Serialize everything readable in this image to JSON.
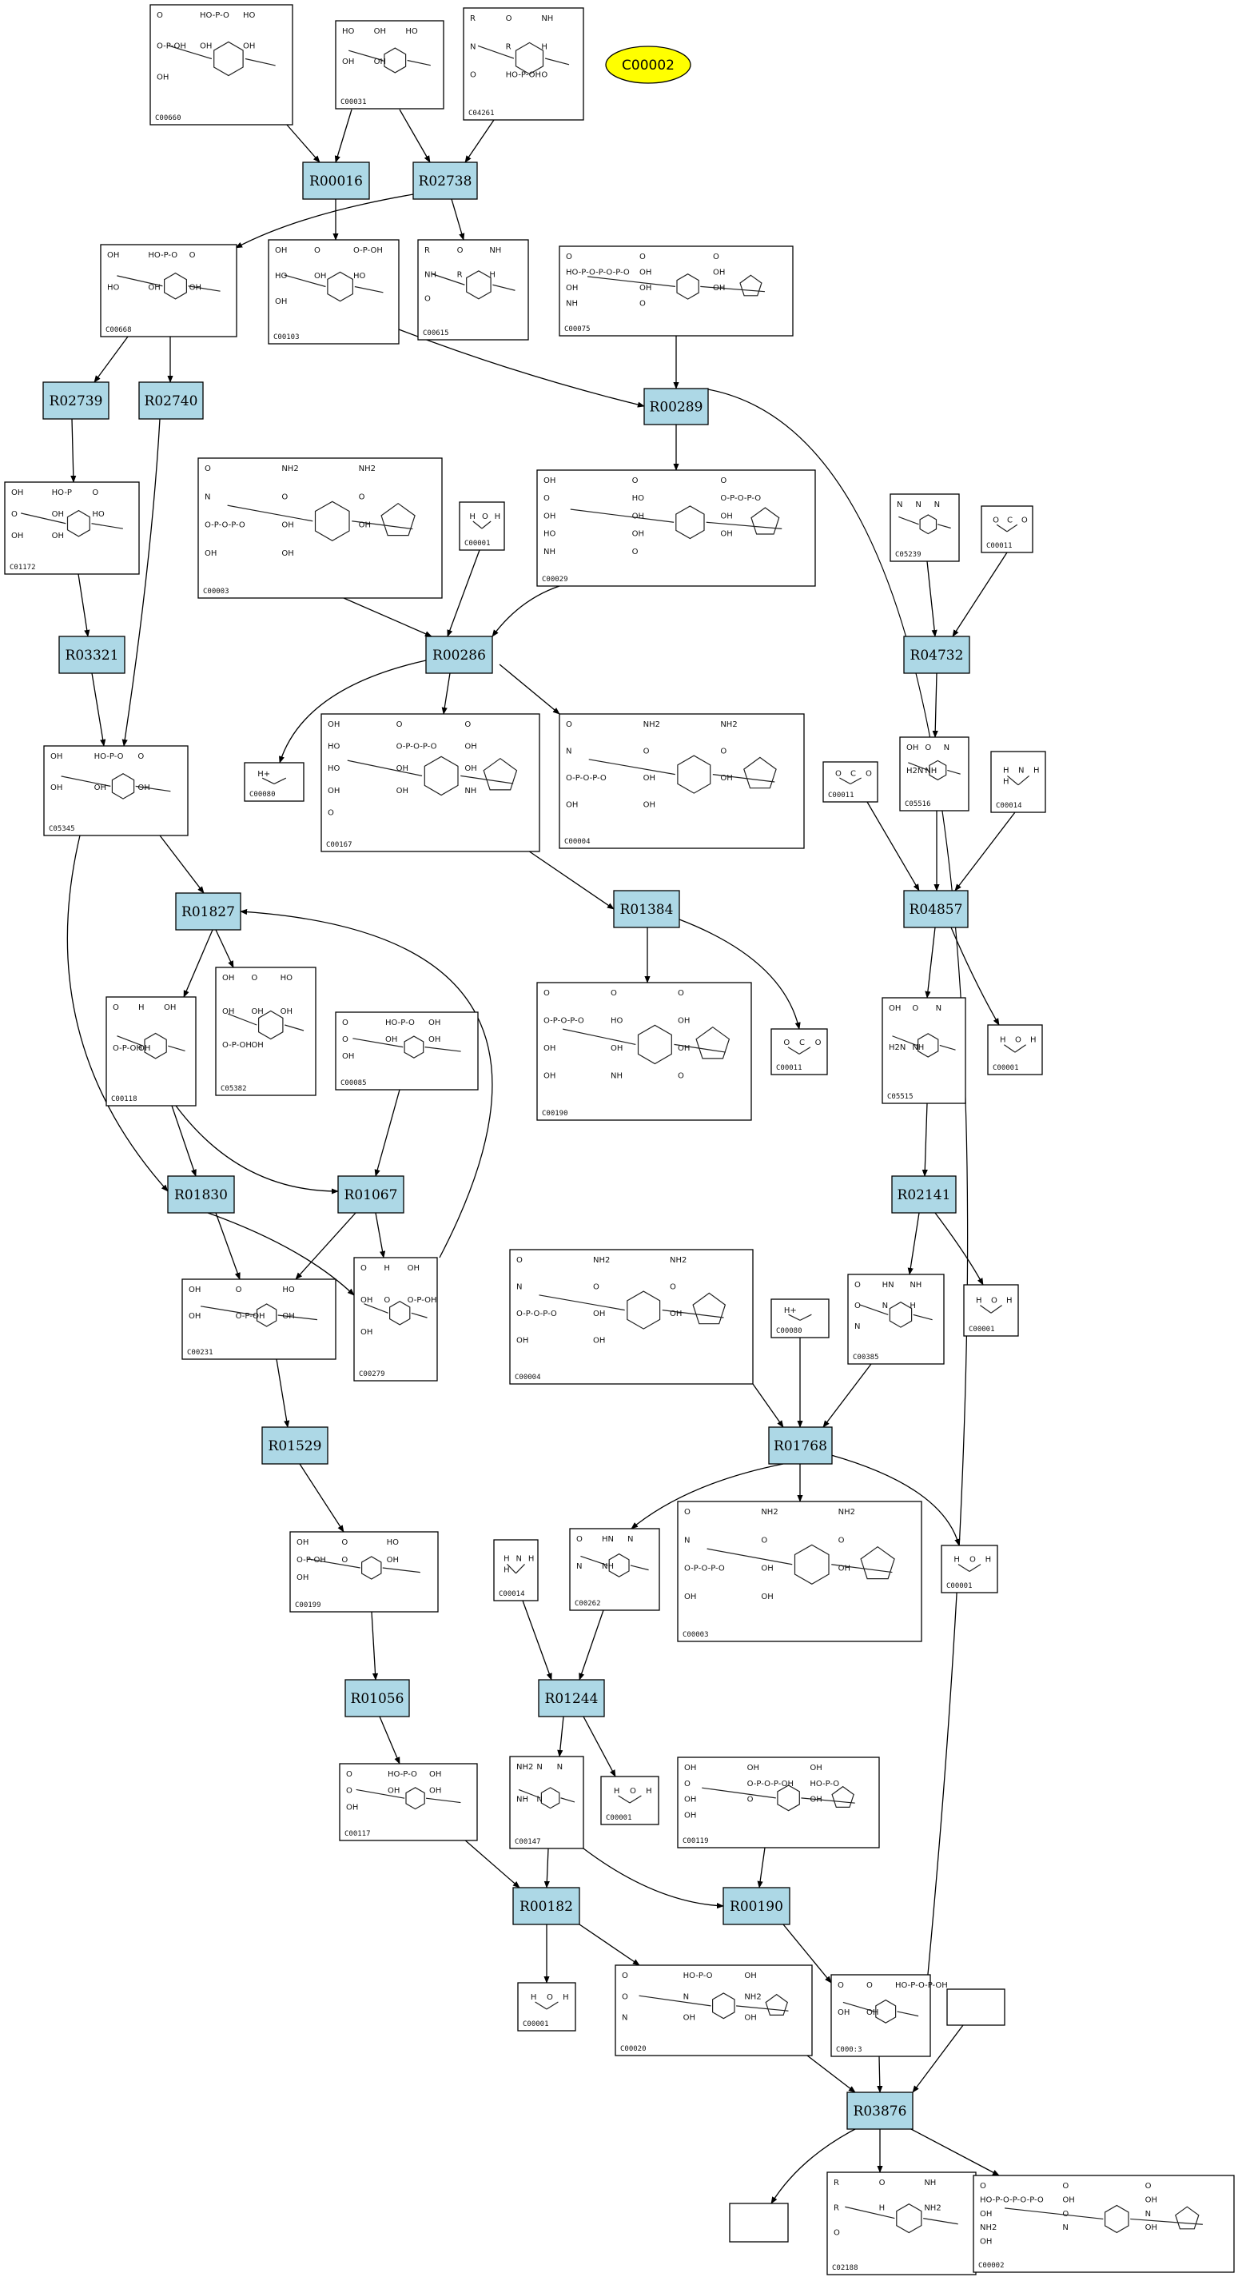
{
  "colors": {
    "reaction_fill": "#add8e6",
    "highlight_fill": "#ffff00",
    "stroke": "#000000",
    "background": "#ffffff"
  },
  "nodes": {
    "C00660": {
      "label": "C00660",
      "kind": "sugar-diphosphate",
      "structure_text": [
        "O",
        "HO-P-O",
        "HO",
        "O-P-OH",
        "OH",
        "OH",
        "OH"
      ]
    },
    "C00031": {
      "label": "C00031",
      "kind": "sugar",
      "structure_text": [
        "HO",
        "OH",
        "HO",
        "OH",
        "OH"
      ]
    },
    "C04261": {
      "label": "C04261",
      "kind": "peptide-imidazole",
      "structure_text": [
        "R",
        "O",
        "NH",
        "N",
        "R",
        "H",
        "O",
        "HO-P-OH",
        "O"
      ]
    },
    "C00002h": {
      "label": "C00002",
      "kind": "highlight"
    },
    "C00668": {
      "label": "C00668",
      "kind": "sugar-phosphate",
      "structure_text": [
        "OH",
        "HO-P-O",
        "O",
        "HO",
        "OH",
        "OH"
      ]
    },
    "C00103": {
      "label": "C00103",
      "kind": "sugar-phosphate",
      "structure_text": [
        "OH",
        "O",
        "O-P-OH",
        "HO",
        "OH",
        "HO",
        "OH"
      ]
    },
    "C00615": {
      "label": "C00615",
      "kind": "peptide-imidazole",
      "structure_text": [
        "R",
        "O",
        "NH",
        "NH",
        "R",
        "H",
        "O"
      ]
    },
    "C00075": {
      "label": "C00075",
      "kind": "nucleotide",
      "structure_text": [
        "O",
        "O",
        "O",
        "HO-P-O-P-O-P-O",
        "OH",
        "OH",
        "OH",
        "OH",
        "OH",
        "NH",
        "O"
      ]
    },
    "C01172": {
      "label": "C01172",
      "kind": "sugar-phosphate",
      "structure_text": [
        "OH",
        "HO-P",
        "O",
        "O",
        "OH",
        "HO",
        "OH",
        "OH"
      ]
    },
    "C00003a": {
      "label": "C00003",
      "kind": "nad",
      "structure_text": [
        "O",
        "NH2",
        "NH2",
        "N",
        "O",
        "O",
        "O-P-O-P-O",
        "OH",
        "OH",
        "OH",
        "OH"
      ]
    },
    "C00001a": {
      "label": "C00001",
      "kind": "water",
      "structure_text": [
        "H",
        "O",
        "H"
      ]
    },
    "C00029": {
      "label": "C00029",
      "kind": "sugar-nucleotide",
      "structure_text": [
        "OH",
        "O",
        "O",
        "O",
        "HO",
        "O-P-O-P-O",
        "OH",
        "OH",
        "OH",
        "HO",
        "OH",
        "OH",
        "NH",
        "O"
      ]
    },
    "C05239": {
      "label": "C05239",
      "kind": "imidazole",
      "structure_text": [
        "N",
        "N",
        "N"
      ]
    },
    "C00011a": {
      "label": "C00011",
      "kind": "co2",
      "structure_text": [
        "O",
        "C",
        "O"
      ]
    },
    "C05345": {
      "label": "C05345",
      "kind": "sugar-phosphate",
      "structure_text": [
        "OH",
        "HO-P-O",
        "O",
        "OH",
        "OH",
        "OH"
      ]
    },
    "C00080a": {
      "label": "C00080",
      "kind": "proton",
      "structure_text": [
        "H+"
      ]
    },
    "C00167": {
      "label": "C00167",
      "kind": "sugar-nucleotide",
      "structure_text": [
        "OH",
        "O",
        "O",
        "HO",
        "O-P-O-P-O",
        "OH",
        "HO",
        "OH",
        "OH",
        "OH",
        "OH",
        "NH",
        "O"
      ]
    },
    "C00004a": {
      "label": "C00004",
      "kind": "nadh",
      "structure_text": [
        "O",
        "NH2",
        "NH2",
        "N",
        "O",
        "O",
        "O-P-O-P-O",
        "OH",
        "OH",
        "OH",
        "OH"
      ]
    },
    "C00011b": {
      "label": "C00011",
      "kind": "co2",
      "structure_text": [
        "O",
        "C",
        "O"
      ]
    },
    "C05516": {
      "label": "C05516",
      "kind": "imidazole",
      "structure_text": [
        "OH",
        "O",
        "N",
        "H2N",
        "NH"
      ]
    },
    "C00014a": {
      "label": "C00014",
      "kind": "ammonia",
      "structure_text": [
        "H",
        "N",
        "H",
        "H"
      ]
    },
    "C00118": {
      "label": "C00118",
      "kind": "triose-phosphate",
      "structure_text": [
        "O",
        "H",
        "OH",
        "O-P-OH",
        "OH"
      ]
    },
    "C05382": {
      "label": "C05382",
      "kind": "sugar-phosphate-chain",
      "structure_text": [
        "OH",
        "O",
        "HO",
        "OH",
        "OH",
        "OH",
        "O-P-OH",
        "OH"
      ]
    },
    "C00085": {
      "label": "C00085",
      "kind": "sugar-phosphate",
      "structure_text": [
        "O",
        "HO-P-O",
        "OH",
        "O",
        "OH",
        "OH",
        "OH"
      ]
    },
    "C00190": {
      "label": "C00190",
      "kind": "sugar-nucleotide",
      "structure_text": [
        "O",
        "O",
        "O",
        "O-P-O-P-O",
        "HO",
        "OH",
        "OH",
        "OH",
        "OH",
        "OH",
        "NH",
        "O"
      ]
    },
    "C00011c": {
      "label": "C00011",
      "kind": "co2",
      "structure_text": [
        "O",
        "C",
        "O"
      ]
    },
    "C05515": {
      "label": "C05515",
      "kind": "imidazole",
      "structure_text": [
        "OH",
        "O",
        "N",
        "H2N",
        "NH"
      ]
    },
    "C00001b": {
      "label": "C00001",
      "kind": "water",
      "structure_text": [
        "H",
        "O",
        "H"
      ]
    },
    "C00231": {
      "label": "C00231",
      "kind": "sugar-phosphate-chain",
      "structure_text": [
        "OH",
        "O",
        "HO",
        "OH",
        "O-P-OH",
        "OH"
      ]
    },
    "C00279": {
      "label": "C00279",
      "kind": "sugar-phosphate-chain",
      "structure_text": [
        "O",
        "H",
        "OH",
        "OH",
        "O",
        "O-P-OH",
        "OH"
      ]
    },
    "C00004b": {
      "label": "C00004",
      "kind": "nadh",
      "structure_text": [
        "O",
        "NH2",
        "NH2",
        "N",
        "O",
        "O",
        "O-P-O-P-O",
        "OH",
        "OH",
        "OH",
        "OH"
      ]
    },
    "C00080b": {
      "label": "C00080",
      "kind": "proton",
      "structure_text": [
        "H+"
      ]
    },
    "C00385": {
      "label": "C00385",
      "kind": "xanthine",
      "structure_text": [
        "O",
        "HN",
        "NH",
        "O",
        "N",
        "H",
        "N"
      ]
    },
    "C00001c": {
      "label": "C00001",
      "kind": "water",
      "structure_text": [
        "H",
        "O",
        "H"
      ]
    },
    "C00199": {
      "label": "C00199",
      "kind": "sugar-phosphate-chain",
      "structure_text": [
        "OH",
        "O",
        "HO",
        "O-P-OH",
        "O",
        "OH",
        "OH"
      ]
    },
    "C00014b": {
      "label": "C00014",
      "kind": "ammonia",
      "structure_text": [
        "H",
        "N",
        "H",
        "H"
      ]
    },
    "C00262": {
      "label": "C00262",
      "kind": "hypoxanthine",
      "structure_text": [
        "O",
        "HN",
        "N",
        "N",
        "NH"
      ]
    },
    "C00003b": {
      "label": "C00003",
      "kind": "nad",
      "structure_text": [
        "O",
        "NH2",
        "NH2",
        "N",
        "O",
        "O",
        "O-P-O-P-O",
        "OH",
        "OH",
        "OH",
        "OH"
      ]
    },
    "C00001d": {
      "label": "C00001",
      "kind": "water",
      "structure_text": [
        "H",
        "O",
        "H"
      ]
    },
    "C00117": {
      "label": "C00117",
      "kind": "sugar-phosphate",
      "structure_text": [
        "O",
        "HO-P-O",
        "OH",
        "O",
        "OH",
        "OH",
        "OH"
      ]
    },
    "C00147": {
      "label": "C00147",
      "kind": "adenine",
      "structure_text": [
        "NH2",
        "N",
        "N",
        "NH",
        "N"
      ]
    },
    "C00001e": {
      "label": "C00001",
      "kind": "water",
      "structure_text": [
        "H",
        "O",
        "H"
      ]
    },
    "C00119": {
      "label": "C00119",
      "kind": "sugar-triphosphate",
      "structure_text": [
        "OH",
        "OH",
        "OH",
        "O",
        "O-P-O-P-OH",
        "HO-P-O",
        "OH",
        "O",
        "OH",
        "OH"
      ]
    },
    "C00001f": {
      "label": "C00001",
      "kind": "water",
      "structure_text": [
        "H",
        "O",
        "H"
      ]
    },
    "C00020": {
      "label": "C00020",
      "kind": "nucleotide",
      "structure_text": [
        "O",
        "HO-P-O",
        "OH",
        "O",
        "N",
        "NH2",
        "N",
        "OH",
        "OH"
      ]
    },
    "C00013": {
      "label": "C000:3",
      "kind": "diphosphate",
      "structure_text": [
        "O",
        "O",
        "HO-P-O-P-OH",
        "OH",
        "OH"
      ]
    },
    "Cblank1": {
      "label": "",
      "kind": "empty"
    },
    "Cblank2": {
      "label": "",
      "kind": "empty"
    },
    "C02188": {
      "label": "C02188",
      "kind": "peptide-lysine",
      "structure_text": [
        "R",
        "O",
        "NH",
        "R",
        "H",
        "NH2",
        "O"
      ]
    },
    "C00002": {
      "label": "C00002",
      "kind": "atp",
      "structure_text": [
        "O",
        "O",
        "O",
        "HO-P-O-P-O-P-O",
        "OH",
        "OH",
        "OH",
        "O",
        "N",
        "NH2",
        "N",
        "OH",
        "OH"
      ]
    }
  },
  "reactions": {
    "R00016": "R00016",
    "R02738": "R02738",
    "R02739": "R02739",
    "R02740": "R02740",
    "R00289": "R00289",
    "R03321": "R03321",
    "R00286": "R00286",
    "R04732": "R04732",
    "R01827": "R01827",
    "R01384": "R01384",
    "R04857": "R04857",
    "R01830": "R01830",
    "R01067": "R01067",
    "R02141": "R02141",
    "R01529": "R01529",
    "R01768": "R01768",
    "R01056": "R01056",
    "R01244": "R01244",
    "R00182": "R00182",
    "R00190": "R00190",
    "R03876": "R03876"
  }
}
